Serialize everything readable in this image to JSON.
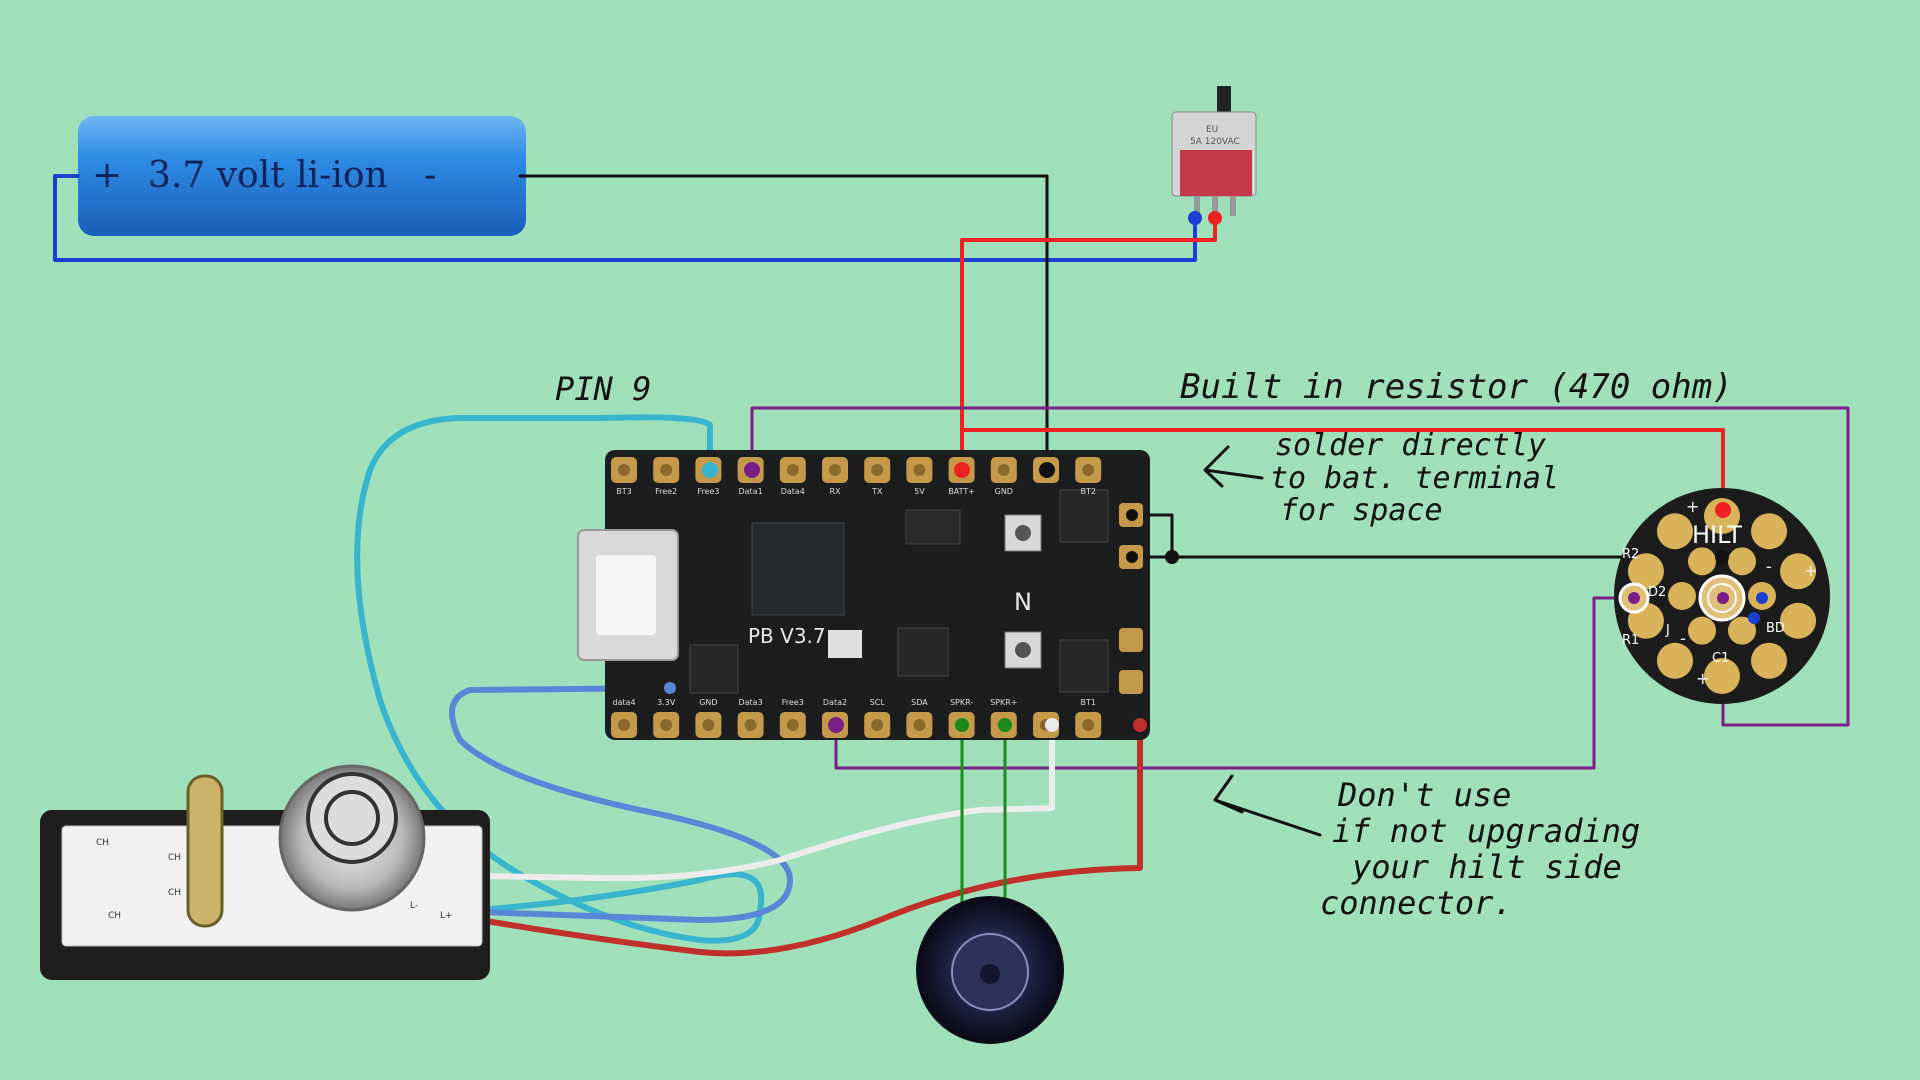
{
  "battery": {
    "label": "3.7 volt li-ion",
    "plus": "+",
    "minus": "-"
  },
  "annotations": {
    "pin9": "PIN 9",
    "resistor": "Built in resistor (470 ohm)",
    "solder_line1": "solder directly",
    "solder_line2": "to bat. terminal",
    "solder_line3": "for space",
    "dont_line1": "Don't use",
    "dont_line2": "if not upgrading",
    "dont_line3": "your hilt side",
    "dont_line4": "connector."
  },
  "board": {
    "name": "PB V3.7",
    "top_pins": [
      "BT3",
      "Free2",
      "Free3",
      "Data1",
      "Data4",
      "RX",
      "TX",
      "5V",
      "BATT+",
      "GND",
      "",
      "BT2"
    ],
    "bottom_pins": [
      "data4",
      "3.3V",
      "GND",
      "Data3",
      "Free3",
      "Data2",
      "SCL",
      "SDA",
      "SPKR-",
      "SPKR+",
      "",
      "BT1"
    ]
  },
  "led_module": {
    "name": "HILT",
    "labels": [
      "R2",
      "D2",
      "R1",
      "J",
      "C1",
      "BD",
      "+",
      "-",
      "+",
      "-",
      "+"
    ]
  },
  "switch": {
    "label": "5A 120VAC",
    "code": "EU"
  },
  "connector": {
    "labels": [
      "CH",
      "CH",
      "CH",
      "CH",
      "L-",
      "L+"
    ]
  },
  "colors": {
    "background": "#9fe0bb",
    "battery_blue": "#2f86e0",
    "wire_black": "#111111",
    "wire_red": "#ee2222",
    "wire_blue": "#1f3fd0",
    "wire_purple": "#7a1f8a",
    "wire_cyan": "#38b5cc",
    "wire_green": "#1a8a1a",
    "wire_white": "#e8e8e8",
    "wire_darkred": "#c0302a",
    "pcb": "#1b1d1f",
    "pad_gold": "#c49a4a"
  }
}
